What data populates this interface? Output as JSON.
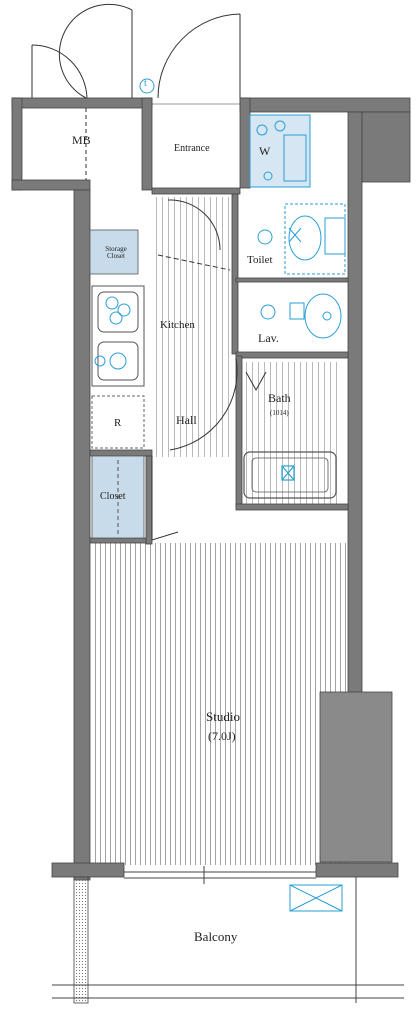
{
  "rooms": {
    "mb": "MB",
    "entrance": "Entrance",
    "washer": "W",
    "storage": "Storage Closet",
    "toilet": "Toilet",
    "kitchen": "Kitchen",
    "lavatory": "Lav.",
    "fridge": "R",
    "bath": "Bath",
    "bath_size": "(1014)",
    "hall": "Hall",
    "closet": "Closet",
    "studio": "Studio",
    "studio_size": "(7.0J)",
    "balcony": "Balcony",
    "meter_mark": "t"
  },
  "colors": {
    "wall": "#7a7a7a",
    "wall_dark": "#4a4a4a",
    "fixture_blue": "#2a9fd6",
    "closet_fill": "#c7dbea",
    "floor_line": "#6d6d6d"
  }
}
